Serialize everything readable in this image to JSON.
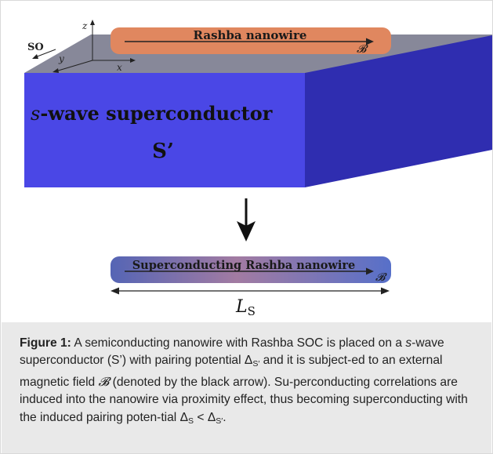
{
  "diagram": {
    "top_wire_label": "Rashba nanowire",
    "field_symbol": "𝓑",
    "so_label": "SO",
    "axis_x": "x",
    "axis_y": "y",
    "axis_z": "z",
    "superconductor_label_prefix": "s",
    "superconductor_label_rest": "-wave superconductor",
    "superconductor_name": "S’",
    "bottom_wire_label": "Superconducting Rashba nanowire",
    "length_symbol": "L",
    "length_subscript": "S"
  },
  "caption": {
    "label": "Figure 1:",
    "part1": " A semiconducting nanowire with Rashba SOC is placed on a ",
    "s_italic": "s",
    "part2": "-wave superconductor (S’) with pairing potential ",
    "delta": "Δ",
    "sub_s_prime": "S′",
    "part3": " and it is subject-ed to an external magnetic field ",
    "field_symbol": "𝓑",
    "part4": " (denoted by the black arrow). Su-perconducting correlations are induced into the nanowire via proximity effect, thus becoming superconducting with the induced pairing poten-tial ",
    "sub_s": "S",
    "lt": " < ",
    "end": "."
  },
  "colors": {
    "top_wire": "#e0875f",
    "block_front": "#4b48e6",
    "block_side": "#2e2cae",
    "block_top": "#888a9a",
    "gradient_left": "#5a67b8",
    "gradient_right": "#5a6fc8",
    "gradient_mid": "#9b7aa8",
    "caption_bg": "#e9e9e9"
  }
}
